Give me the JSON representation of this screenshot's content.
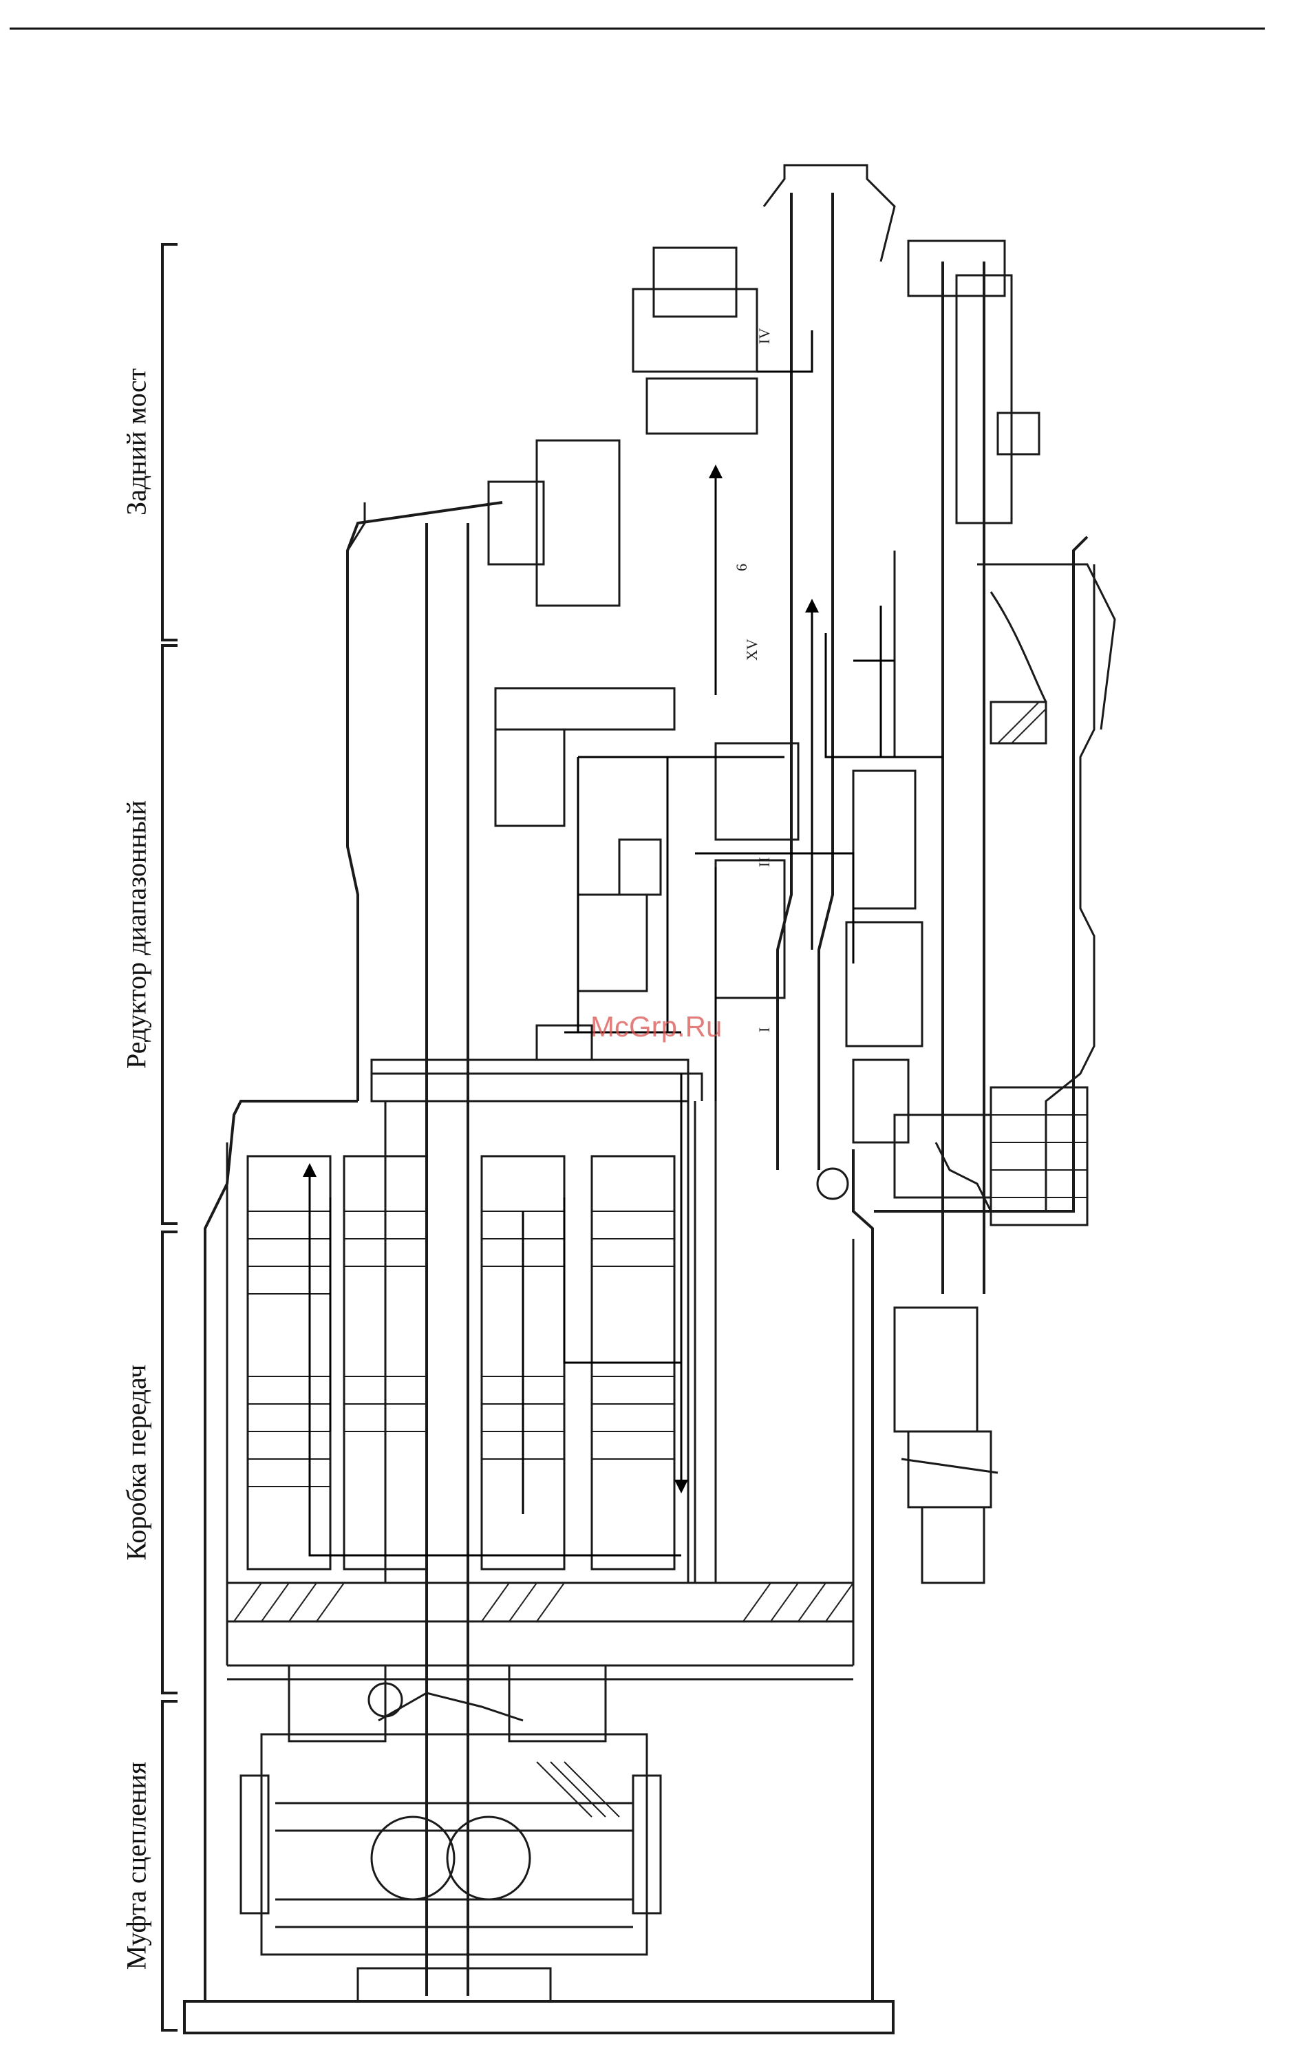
{
  "sections": [
    {
      "id": "rear-axle",
      "label": "Задний мост"
    },
    {
      "id": "range-reducer",
      "label": "Редуктор диапазонный"
    },
    {
      "id": "gearbox",
      "label": "Коробка передач"
    },
    {
      "id": "clutch",
      "label": "Муфта сцепления"
    }
  ],
  "watermark": "McGrp.Ru",
  "inset_marks": {
    "roman_iv": "IV",
    "roman_xv": "XV",
    "roman_i": "I",
    "roman_ii": "II",
    "num_6": "6"
  },
  "colors": {
    "ink": "#1a1a1a",
    "watermark": "#d9534f",
    "background": "#ffffff"
  }
}
